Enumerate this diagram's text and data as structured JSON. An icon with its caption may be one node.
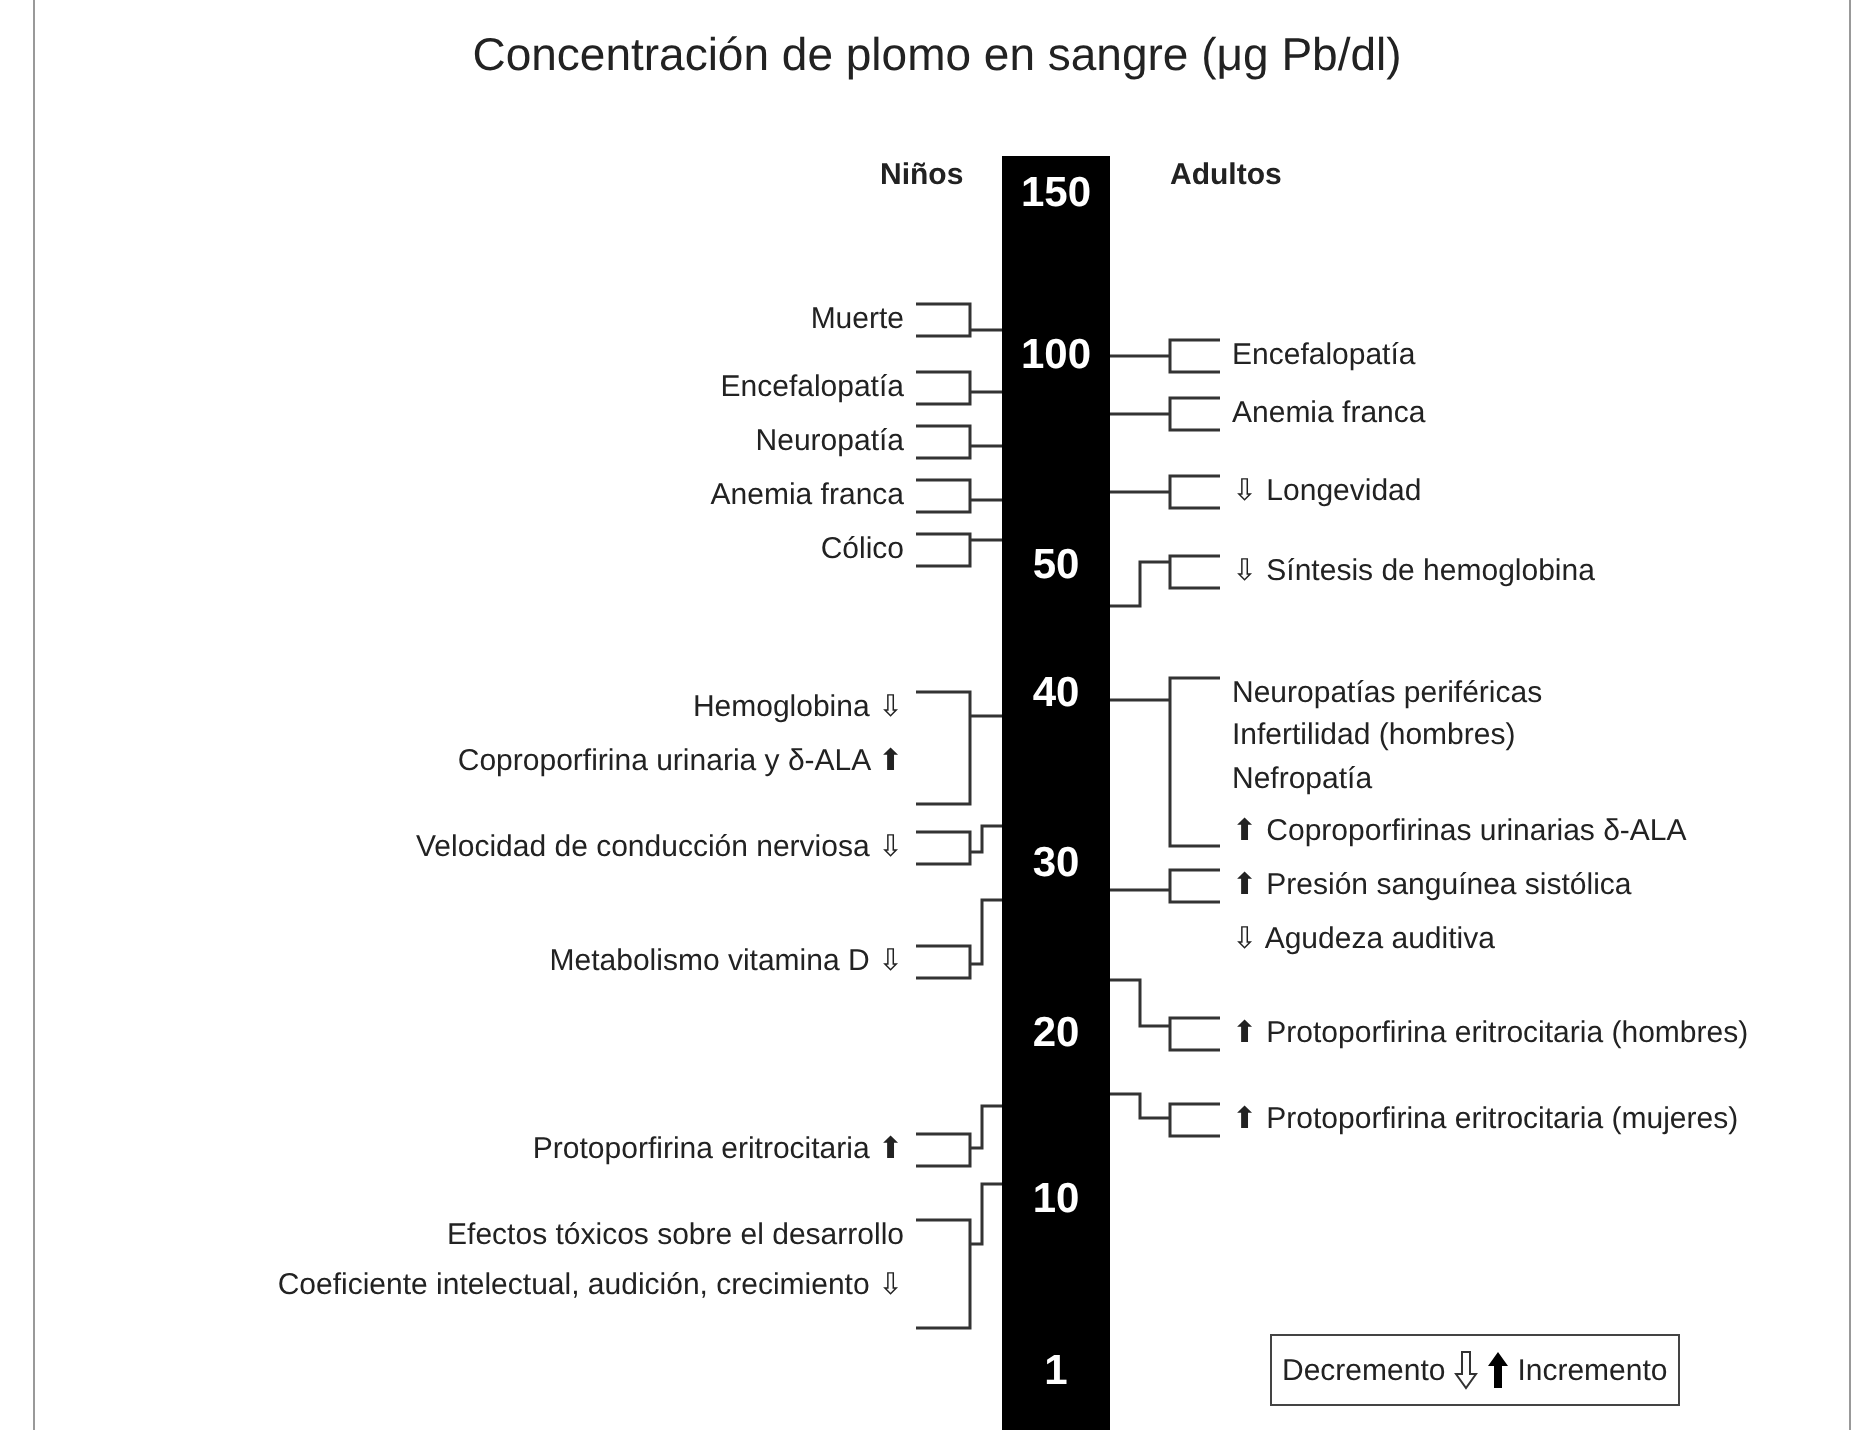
{
  "diagram": {
    "title": "Concentración de plomo en sangre (μg Pb/dl)",
    "nodes": [
      {
        "text": [
          "150",
          "100",
          "50",
          "40",
          "30",
          "20",
          "10",
          "1"
        ]
      },
      {
        "text": [
          "Muerte"
        ]
      },
      {
        "text": [
          "Encefalopatía"
        ]
      },
      {
        "text": [
          "Neuropatía"
        ]
      },
      {
        "text": [
          "Anemia franca"
        ]
      },
      {
        "text": [
          "Cólico"
        ]
      },
      {
        "text": [
          "Hemoglobina ⇩",
          "Coproporfirina urinaria y δ-ALA ⬆"
        ]
      },
      {
        "text": [
          "Velocidad de conducción nerviosa ⇩"
        ]
      },
      {
        "text": [
          "Metabolismo vitamina D ⇩"
        ]
      },
      {
        "text": [
          "Protoporfirina eritrocitaria ⬆"
        ]
      },
      {
        "text": [
          "Efectos tóxicos sobre el desarrollo",
          "Coeficiente intelectual, audición, crecimiento ⇩"
        ]
      },
      {
        "text": [
          "Encefalopatía"
        ]
      },
      {
        "text": [
          "Anemia franca"
        ]
      },
      {
        "text": [
          "⇩ Longevidad"
        ]
      },
      {
        "text": [
          "⇩ Síntesis de hemoglobina"
        ]
      },
      {
        "text": [
          "Neuropatías periféricas",
          "Infertilidad (hombres)",
          "Nefropatía",
          "⬆ Coproporfirinas urinarias δ-ALA"
        ]
      },
      {
        "text": [
          "⬆ Presión sanguínea sistólica",
          "⇩ Agudeza auditiva"
        ]
      },
      {
        "text": [
          "⬆ Protoporfirina eritrocitaria (hombres)"
        ]
      },
      {
        "text": [
          "⬆ Protoporfirina eritrocitaria (mujeres)"
        ]
      }
    ],
    "edges": [
      {
        "from": 1,
        "to": 0,
        "arrow": "none"
      },
      {
        "from": 2,
        "to": 0,
        "arrow": "none"
      },
      {
        "from": 3,
        "to": 0,
        "arrow": "none"
      },
      {
        "from": 4,
        "to": 0,
        "arrow": "none"
      },
      {
        "from": 5,
        "to": 0,
        "arrow": "none"
      },
      {
        "from": 6,
        "to": 0,
        "arrow": "none"
      },
      {
        "from": 7,
        "to": 0,
        "arrow": "none"
      },
      {
        "from": 8,
        "to": 0,
        "arrow": "none"
      },
      {
        "from": 9,
        "to": 0,
        "arrow": "none"
      },
      {
        "from": 10,
        "to": 0,
        "arrow": "none"
      },
      {
        "from": 0,
        "to": 11,
        "arrow": "none"
      },
      {
        "from": 0,
        "to": 12,
        "arrow": "none"
      },
      {
        "from": 0,
        "to": 13,
        "arrow": "none"
      },
      {
        "from": 0,
        "to": 14,
        "arrow": "none"
      },
      {
        "from": 0,
        "to": 15,
        "arrow": "none"
      },
      {
        "from": 0,
        "to": 16,
        "arrow": "none"
      },
      {
        "from": 0,
        "to": 17,
        "arrow": "none"
      },
      {
        "from": 0,
        "to": 18,
        "arrow": "none"
      }
    ],
    "labels": [
      "Niños",
      "Adultos"
    ],
    "legend": [
      {
        "text": "Decremento"
      },
      {
        "text": "Incremento"
      }
    ]
  }
}
